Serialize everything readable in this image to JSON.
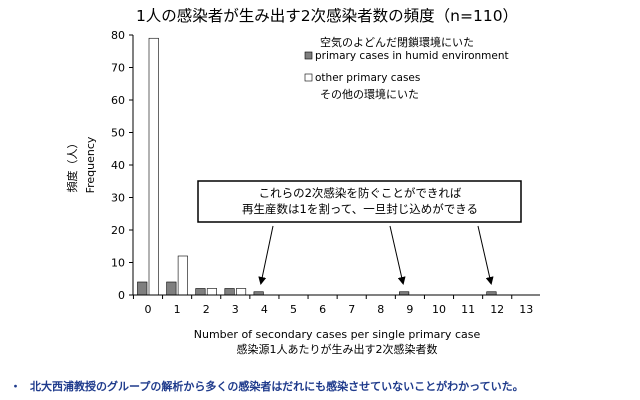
{
  "title": "1人の感染者が生み出す2次感染者数の頻度（n=110）",
  "chart_data": {
    "type": "bar",
    "categories": [
      "0",
      "1",
      "2",
      "3",
      "4",
      "5",
      "6",
      "7",
      "8",
      "9",
      "10",
      "11",
      "12",
      "13"
    ],
    "series": [
      {
        "name": "primary cases in humid environment",
        "name_ja_line1": "空気のよどんだ閉鎖環境にいた",
        "color": "#7f7f7f",
        "values": [
          4,
          4,
          2,
          2,
          1,
          0,
          0,
          0,
          0,
          1,
          0,
          0,
          1,
          0
        ]
      },
      {
        "name": "other primary cases",
        "name_ja_line2": "その他の環境にいた",
        "color": "#ffffff",
        "values": [
          79,
          12,
          2,
          2,
          0,
          0,
          0,
          0,
          0,
          0,
          0,
          0,
          0,
          0
        ]
      }
    ],
    "ylim": [
      0,
      80
    ],
    "yticks": [
      "0",
      "10",
      "20",
      "30",
      "40",
      "50",
      "60",
      "70",
      "80"
    ],
    "ylabel_ja": "頻度（人）",
    "ylabel_en": "Frequency",
    "xlabel_en": "Number of secondary cases per single primary case",
    "xlabel_ja": "感染源1人あたりが生み出す2次感染者数",
    "legend_position": "top-right",
    "grid": false
  },
  "legend": {
    "jp_top": "空気のよどんだ閉鎖環境にいた",
    "item1": "primary cases in humid environment",
    "item2": "other primary cases",
    "jp_bottom": "その他の環境にいた"
  },
  "callout": {
    "line1": "これらの2次感染を防ぐことができれば",
    "line2": "再生産数は1を割って、一旦封じ込めができる"
  },
  "footnote": {
    "bullet": "・",
    "text": "北大西浦教授のグループの解析から多くの感染者はだれにも感染させていないことがわかっていた。"
  }
}
